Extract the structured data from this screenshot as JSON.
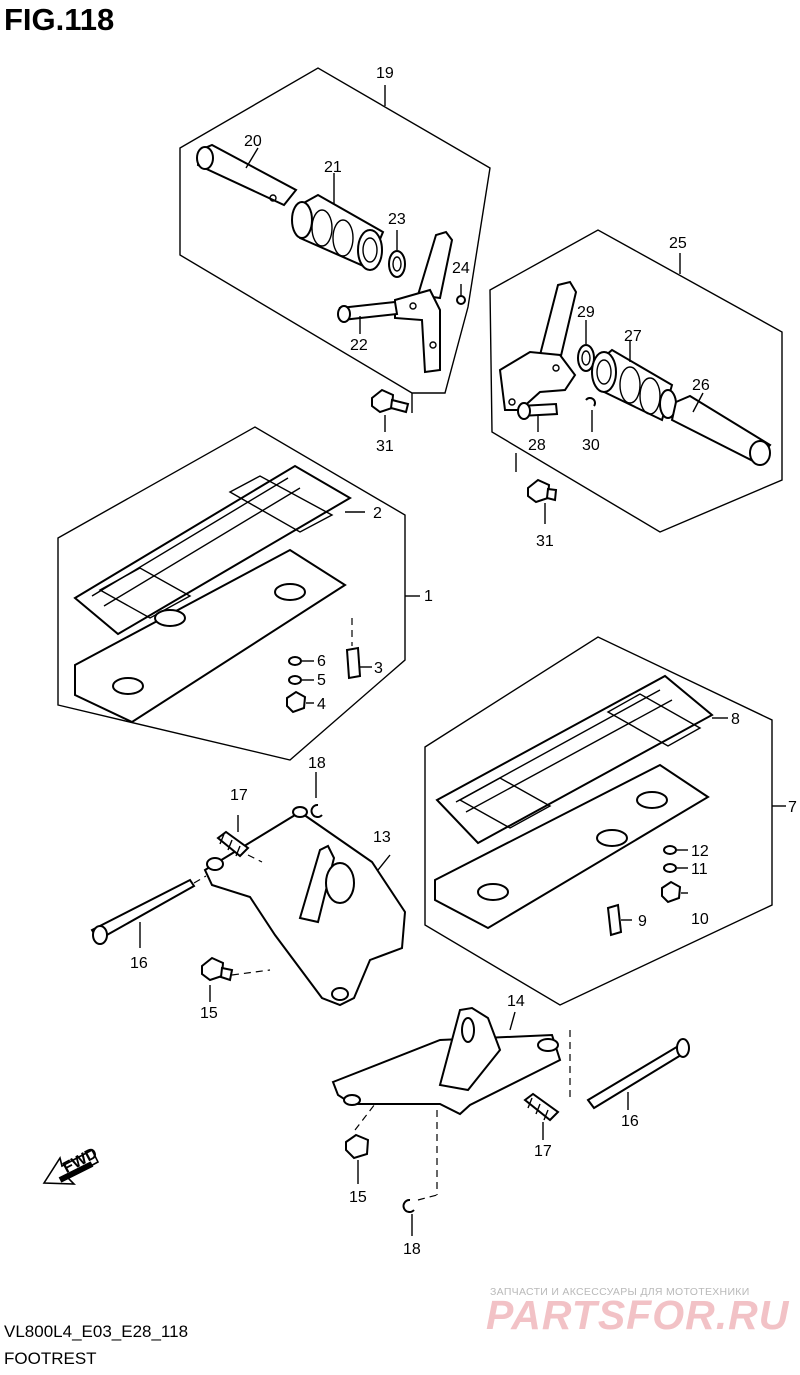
{
  "figure": {
    "title": "FIG.118",
    "model_code": "VL800L4_E03_E28_118",
    "section_name": "FOOTREST"
  },
  "callouts": [
    "1",
    "2",
    "3",
    "4",
    "5",
    "6",
    "7",
    "8",
    "9",
    "10",
    "11",
    "12",
    "13",
    "14",
    "15",
    "16",
    "17",
    "18",
    "19",
    "20",
    "21",
    "22",
    "23",
    "24",
    "25",
    "26",
    "27",
    "28",
    "29",
    "30",
    "31"
  ],
  "labels": {
    "c19": "19",
    "c20": "20",
    "c21": "21",
    "c23": "23",
    "c24": "24",
    "c22": "22",
    "c31a": "31",
    "c25": "25",
    "c29": "29",
    "c27": "27",
    "c26": "26",
    "c28": "28",
    "c30": "30",
    "c31b": "31",
    "c2": "2",
    "c1": "1",
    "c6": "6",
    "c5": "5",
    "c3": "3",
    "c4": "4",
    "c8": "8",
    "c7": "7",
    "c12": "12",
    "c11": "11",
    "c9": "9",
    "c10": "10",
    "c18a": "18",
    "c17a": "17",
    "c13": "13",
    "c16a": "16",
    "c15a": "15",
    "c14": "14",
    "c16b": "16",
    "c17b": "17",
    "c15b": "15",
    "c18b": "18"
  },
  "fwd_label": "FWD",
  "watermark": {
    "tagline": "ЗАПЧАСТИ И АКСЕССУАРЫ ДЛЯ МОТОТЕХНИКИ",
    "logo": "PARTSFOR.RU"
  }
}
